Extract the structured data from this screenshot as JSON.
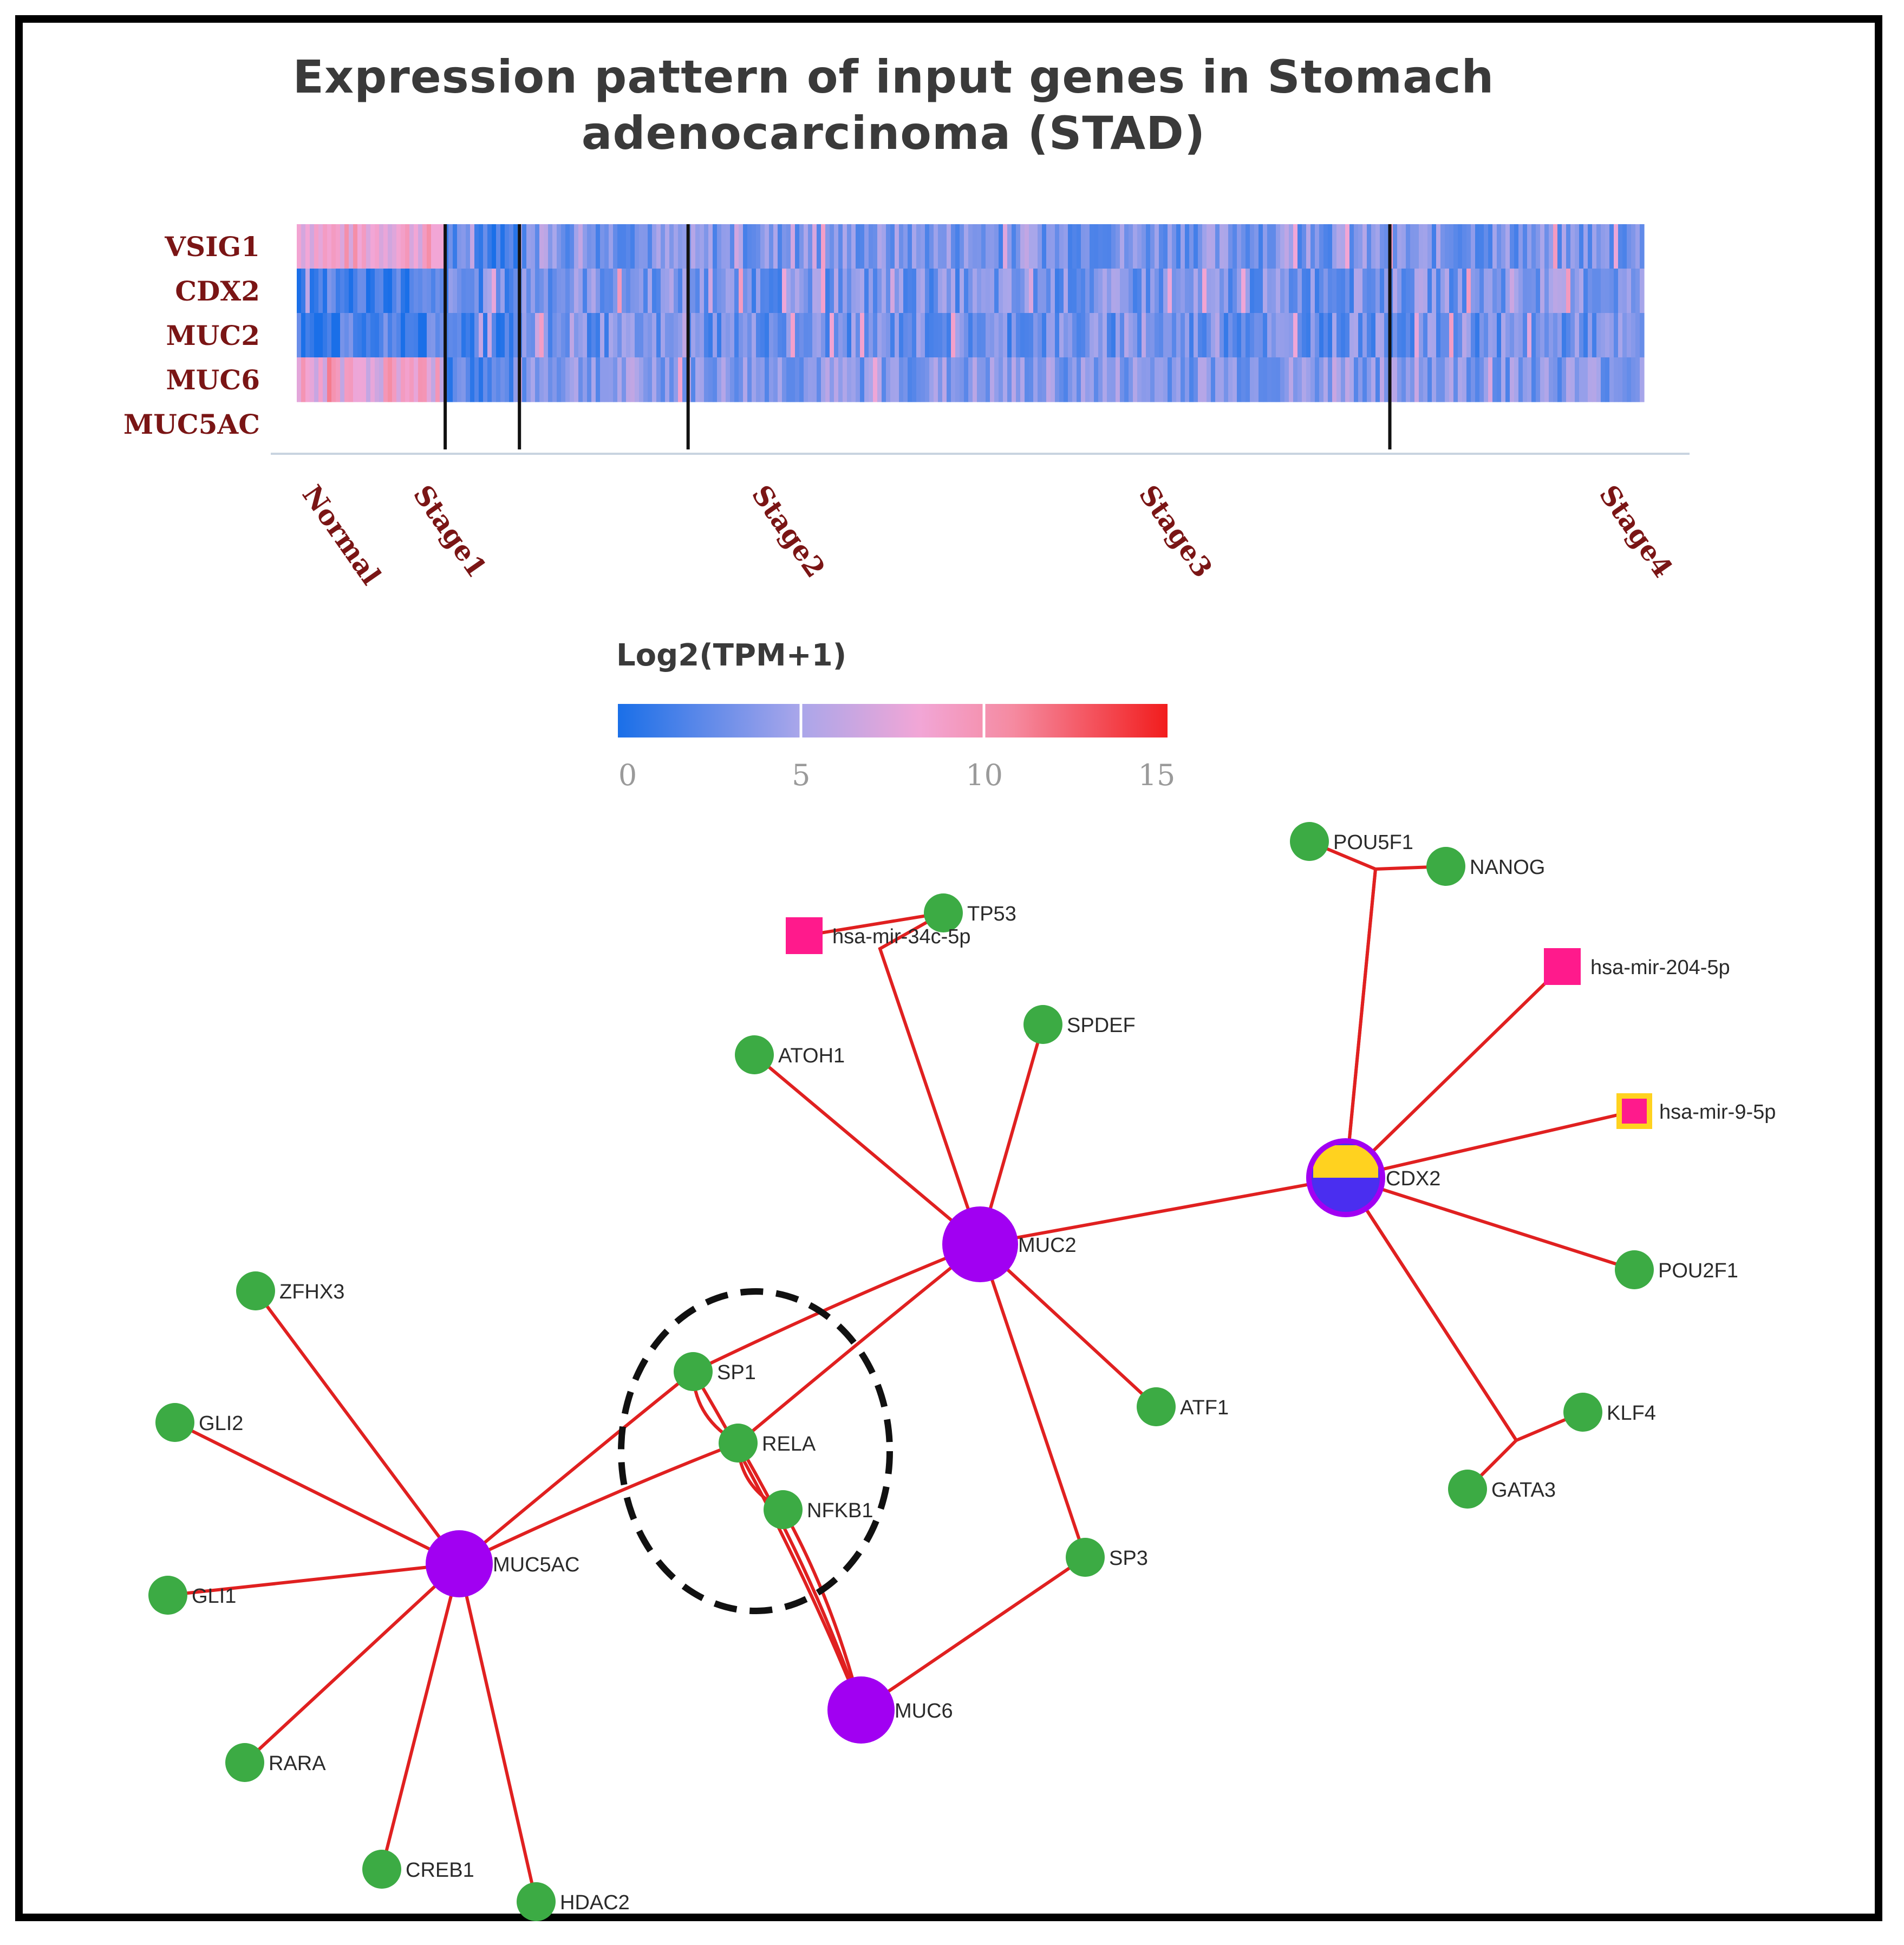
{
  "chart_data": [
    {
      "type": "heatmap",
      "title": "Expression pattern of input genes in Stomach adenocarcinoma (STAD)",
      "rows": [
        "VSIG1",
        "CDX2",
        "MUC2",
        "MUC6",
        "MUC5AC"
      ],
      "groups": [
        "Normal",
        "Stage1",
        "Stage2",
        "Stage3",
        "Stage4"
      ],
      "colorbar": {
        "title": "Log2(TPM+1)",
        "ticks": [
          "0",
          "5",
          "10",
          "15"
        ],
        "range": [
          0,
          15
        ],
        "colors": [
          "#1a6fe8",
          "#a9a6ea",
          "#f2a6d6",
          "#f58aa0",
          "#f21d1d"
        ]
      },
      "group_means": {
        "VSIG1": [
          8.5,
          2.0,
          3.5,
          3.5,
          3.3
        ],
        "CDX2": [
          1.5,
          2.5,
          3.5,
          3.2,
          3.5
        ],
        "MUC2": [
          1.5,
          2.0,
          3.0,
          3.0,
          3.0
        ],
        "MUC6": [
          8.0,
          2.0,
          4.0,
          3.8,
          3.8
        ],
        "MUC5AC": [
          null,
          null,
          null,
          null,
          null
        ]
      }
    },
    {
      "type": "network",
      "nodes": [
        {
          "id": "POU5F1",
          "kind": "tf"
        },
        {
          "id": "NANOG",
          "kind": "tf"
        },
        {
          "id": "TP53",
          "kind": "tf"
        },
        {
          "id": "hsa-mir-34c-5p",
          "kind": "mirna"
        },
        {
          "id": "hsa-mir-204-5p",
          "kind": "mirna"
        },
        {
          "id": "hsa-mir-9-5p",
          "kind": "mirna-highlight"
        },
        {
          "id": "SPDEF",
          "kind": "tf"
        },
        {
          "id": "ATOH1",
          "kind": "tf"
        },
        {
          "id": "CDX2",
          "kind": "hub-split"
        },
        {
          "id": "MUC2",
          "kind": "hub"
        },
        {
          "id": "POU2F1",
          "kind": "tf"
        },
        {
          "id": "ZFHX3",
          "kind": "tf"
        },
        {
          "id": "SP1",
          "kind": "tf"
        },
        {
          "id": "ATF1",
          "kind": "tf"
        },
        {
          "id": "KLF4",
          "kind": "tf"
        },
        {
          "id": "GLI2",
          "kind": "tf"
        },
        {
          "id": "RELA",
          "kind": "tf"
        },
        {
          "id": "GATA3",
          "kind": "tf"
        },
        {
          "id": "NFKB1",
          "kind": "tf"
        },
        {
          "id": "MUC5AC",
          "kind": "hub"
        },
        {
          "id": "SP3",
          "kind": "tf"
        },
        {
          "id": "GLI1",
          "kind": "tf"
        },
        {
          "id": "MUC6",
          "kind": "hub"
        },
        {
          "id": "RARA",
          "kind": "tf"
        },
        {
          "id": "CREB1",
          "kind": "tf"
        },
        {
          "id": "HDAC2",
          "kind": "tf"
        }
      ],
      "edges": [
        [
          "MUC2",
          "CDX2"
        ],
        [
          "MUC2",
          "ATOH1"
        ],
        [
          "MUC2",
          "SPDEF"
        ],
        [
          "MUC2",
          "TP53"
        ],
        [
          "MUC2",
          "ATF1"
        ],
        [
          "MUC2",
          "SP3"
        ],
        [
          "MUC2",
          "SP1"
        ],
        [
          "MUC2",
          "RELA"
        ],
        [
          "CDX2",
          "POU5F1"
        ],
        [
          "CDX2",
          "NANOG"
        ],
        [
          "CDX2",
          "hsa-mir-204-5p"
        ],
        [
          "CDX2",
          "hsa-mir-9-5p"
        ],
        [
          "CDX2",
          "POU2F1"
        ],
        [
          "CDX2",
          "KLF4"
        ],
        [
          "CDX2",
          "GATA3"
        ],
        [
          "TP53",
          "hsa-mir-34c-5p"
        ],
        [
          "MUC5AC",
          "ZFHX3"
        ],
        [
          "MUC5AC",
          "GLI2"
        ],
        [
          "MUC5AC",
          "GLI1"
        ],
        [
          "MUC5AC",
          "RARA"
        ],
        [
          "MUC5AC",
          "CREB1"
        ],
        [
          "MUC5AC",
          "HDAC2"
        ],
        [
          "MUC5AC",
          "SP1"
        ],
        [
          "MUC5AC",
          "RELA"
        ],
        [
          "MUC6",
          "SP1"
        ],
        [
          "MUC6",
          "RELA"
        ],
        [
          "MUC6",
          "NFKB1"
        ],
        [
          "MUC6",
          "SP3"
        ],
        [
          "SP1",
          "RELA"
        ],
        [
          "RELA",
          "NFKB1"
        ]
      ],
      "highlight": [
        "SP1",
        "RELA",
        "NFKB1"
      ],
      "colors": {
        "tf": "#3cab44",
        "hub": "#a100f2",
        "mirna": "#ff1a8c",
        "edge": "#e02020",
        "split_top": "#ffd21f",
        "split_bottom": "#4a2ef0",
        "mirna_border": "#ffd21f",
        "hub_border": "#a100f2"
      }
    }
  ]
}
